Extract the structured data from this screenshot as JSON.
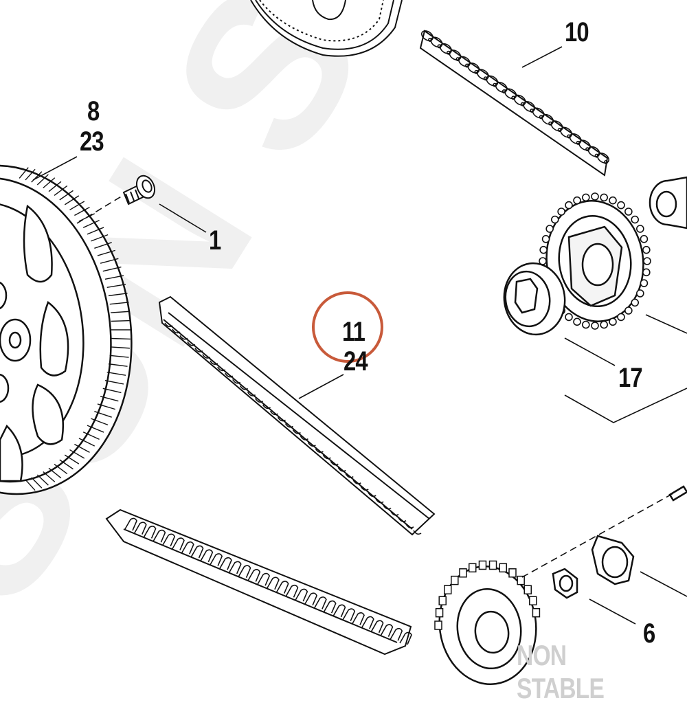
{
  "watermark": {
    "text": "SUN STAR",
    "color": "#f0f0f0"
  },
  "badge": {
    "text": "NON STABLE"
  },
  "highlight": {
    "color": "#c85a3a",
    "target": "11"
  },
  "callouts": [
    {
      "id": "c8",
      "text": "8"
    },
    {
      "id": "c23",
      "text": "23"
    },
    {
      "id": "c10",
      "text": "10"
    },
    {
      "id": "c1",
      "text": "1"
    },
    {
      "id": "c11",
      "text": "11"
    },
    {
      "id": "c24",
      "text": "24"
    },
    {
      "id": "c17",
      "text": "17"
    },
    {
      "id": "c6",
      "text": "6"
    }
  ]
}
